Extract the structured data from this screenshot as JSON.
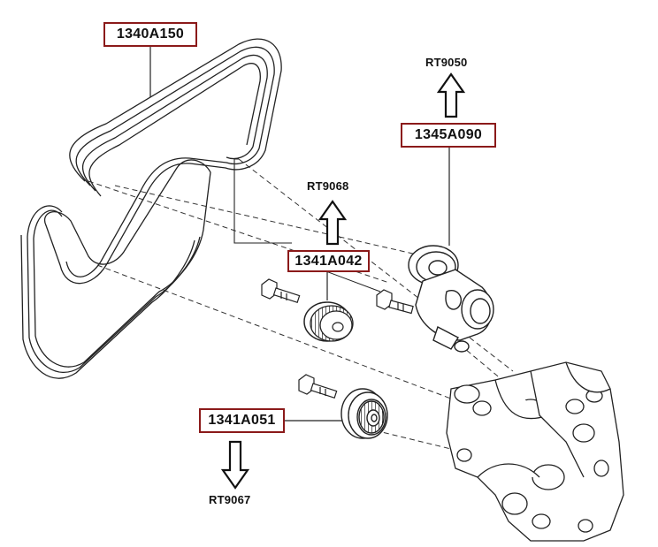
{
  "diagram": {
    "parts": {
      "belt": "1340A150",
      "tensioner": "1345A090",
      "idler_upper": "1341A042",
      "idler_lower": "1341A051"
    },
    "refs": {
      "tensioner_ref": "RT9050",
      "idler_upper_ref": "RT9068",
      "idler_lower_ref": "RT9067"
    },
    "colors": {
      "label_border": "#8b1a1a",
      "line": "#222222",
      "background": "#ffffff"
    }
  }
}
